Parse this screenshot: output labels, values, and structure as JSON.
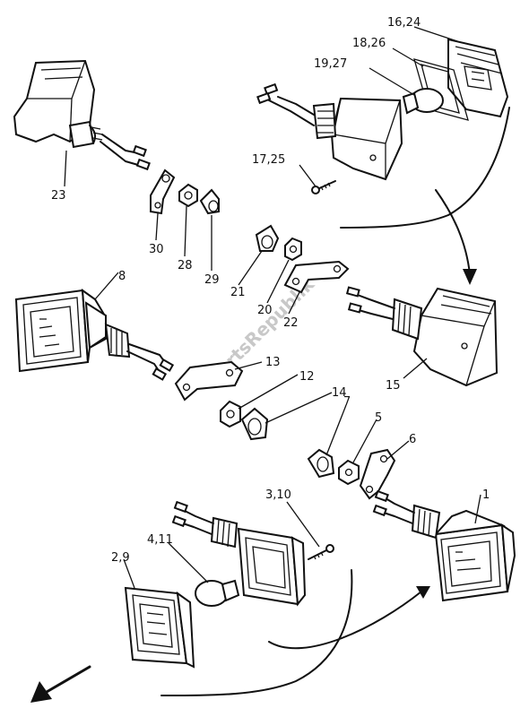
{
  "labels": {
    "l1": "1",
    "l2_9": "2,9",
    "l3_10": "3,10",
    "l4_11": "4,11",
    "l5": "5",
    "l6": "6",
    "l7": "7",
    "l8": "8",
    "l12": "12",
    "l13": "13",
    "l14": "14",
    "l15": "15",
    "l16_24": "16,24",
    "l17_25": "17,25",
    "l18_26": "18,26",
    "l19_27": "19,27",
    "l20": "20",
    "l21": "21",
    "l22": "22",
    "l23": "23",
    "l28": "28",
    "l29": "29",
    "l30": "30"
  },
  "watermark": "PartsRepublik",
  "icons": {
    "front_arrow": "arrow-down-left-icon"
  }
}
